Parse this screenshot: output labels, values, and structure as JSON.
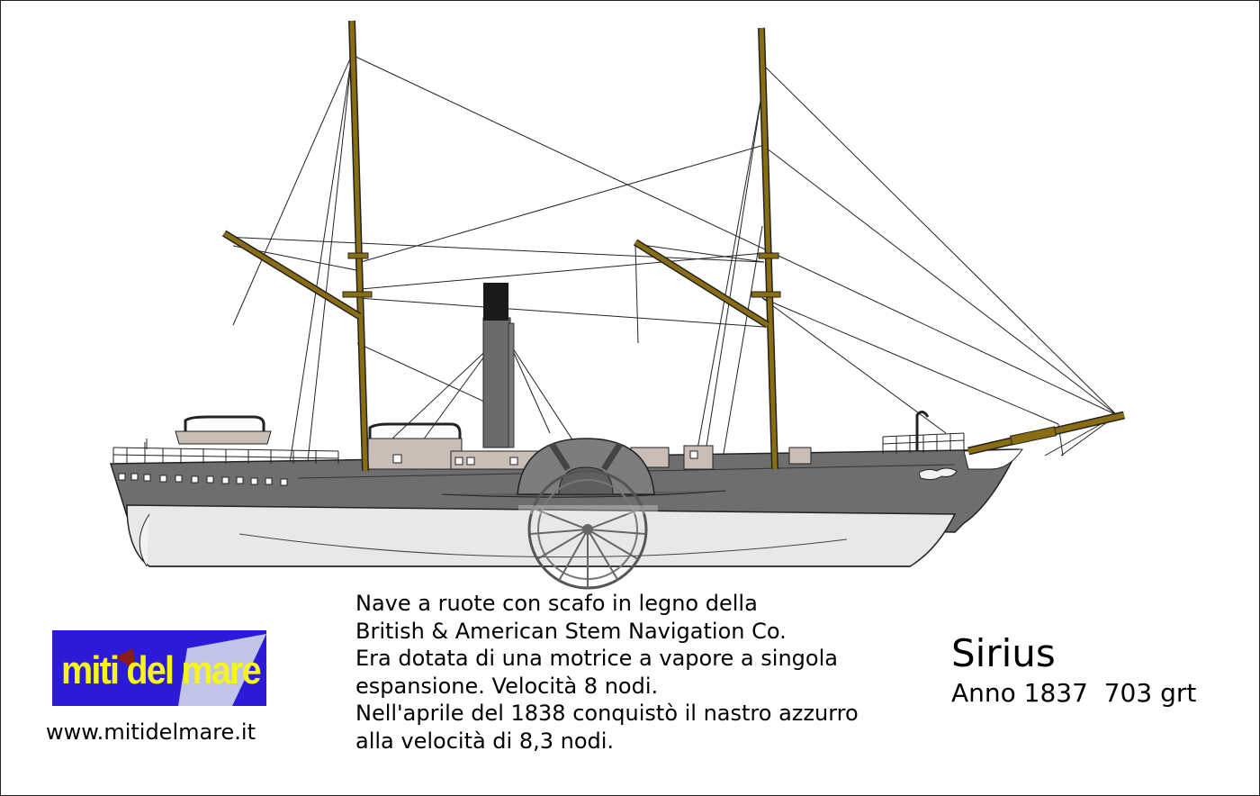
{
  "ship": {
    "name": "Sirius",
    "info": "Anno 1837  703 grt"
  },
  "description": {
    "lines": [
      "Nave a ruote con scafo in legno della",
      "British & American Stem Navigation Co.",
      "Era dotata di una motrice a vapore a singola",
      "espansione. Velocità 8 nodi.",
      "Nell'aprile del 1838 conquistò il nastro azzurro",
      "alla velocità di 8,3 nodi."
    ]
  },
  "logo": {
    "text": "miti del mare",
    "background": "#2b1bd9",
    "text_color": "#f5f51a"
  },
  "website": "www.mitidelmare.it",
  "colors": {
    "hull_upper": "#6e6e6e",
    "hull_lower": "#e8e8e8",
    "mast": "#8a6d12",
    "funnel": "#6b6b6b",
    "funnel_top": "#1a1a1a",
    "deckhouse": "#c9bdb5"
  }
}
